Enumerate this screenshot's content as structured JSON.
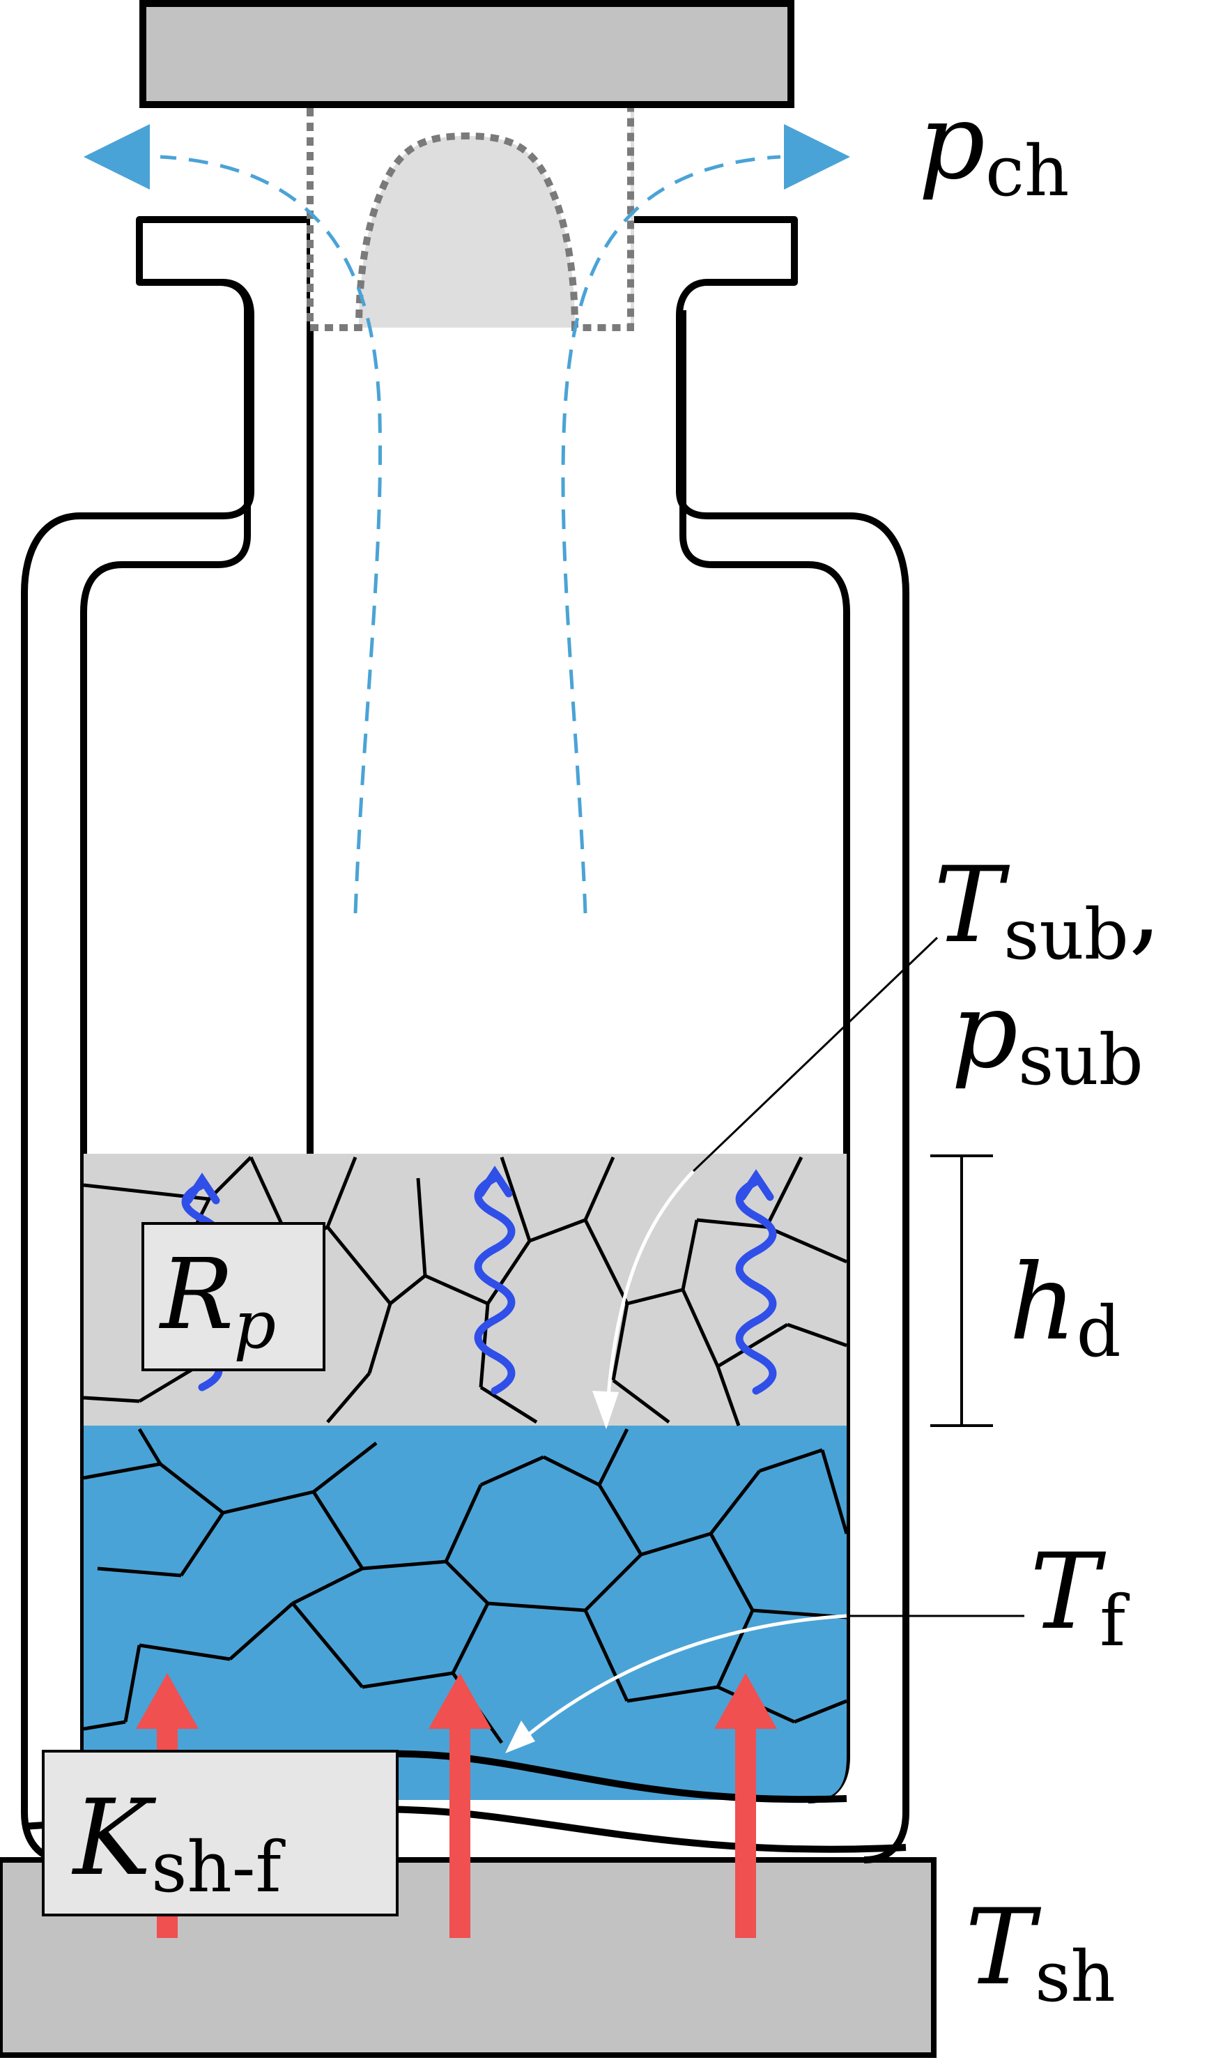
{
  "labels": {
    "p_ch": {
      "main": "p",
      "sub": "ch"
    },
    "T_sub": {
      "main": "T",
      "sub": "sub",
      "suffix": ","
    },
    "p_sub": {
      "main": "p",
      "sub": "sub"
    },
    "h_d": {
      "main": "h",
      "sub": "d"
    },
    "T_f": {
      "main": "T",
      "sub": "f"
    },
    "T_sh": {
      "main": "T",
      "sub": "sh"
    },
    "R_p": {
      "main": "R",
      "sub": "p"
    },
    "K_sh_f": {
      "main": "K",
      "sub": "sh-f"
    }
  },
  "colors": {
    "frozen": "#4aa3d6",
    "dried": "#d3d3d3",
    "shelf": "#c2c2c2",
    "stopper": "#c2c2c2",
    "stopper_plug": "#dedede",
    "vapor_flow": "#4aa3d6",
    "vapor_wave": "#2f4fe8",
    "heat_arrow": "#f05050",
    "outline": "#000000"
  },
  "icons": {
    "vapor_out_left": "triangle-left-icon",
    "vapor_out_right": "triangle-right-icon",
    "heat_flow": "arrow-up-icon",
    "vapor_escape": "wavy-arrow-up-icon"
  }
}
